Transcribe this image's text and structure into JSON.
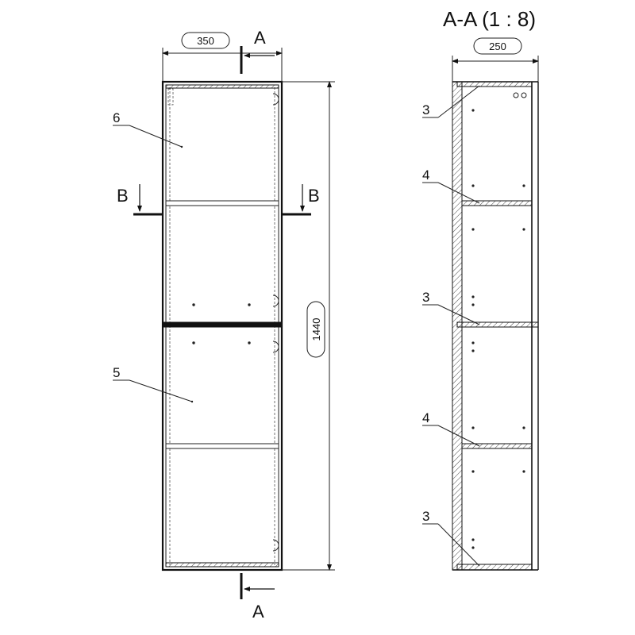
{
  "front_view": {
    "width_dim": "350",
    "height_dim": "1440",
    "section_a_top": "A",
    "section_a_bottom": "A",
    "section_b_left": "B",
    "section_b_right": "B",
    "callouts": [
      "6",
      "5"
    ]
  },
  "section_view": {
    "title": "A-A (1 : 8)",
    "depth_dim": "250",
    "callouts": [
      "3",
      "4",
      "3",
      "4",
      "3"
    ]
  }
}
